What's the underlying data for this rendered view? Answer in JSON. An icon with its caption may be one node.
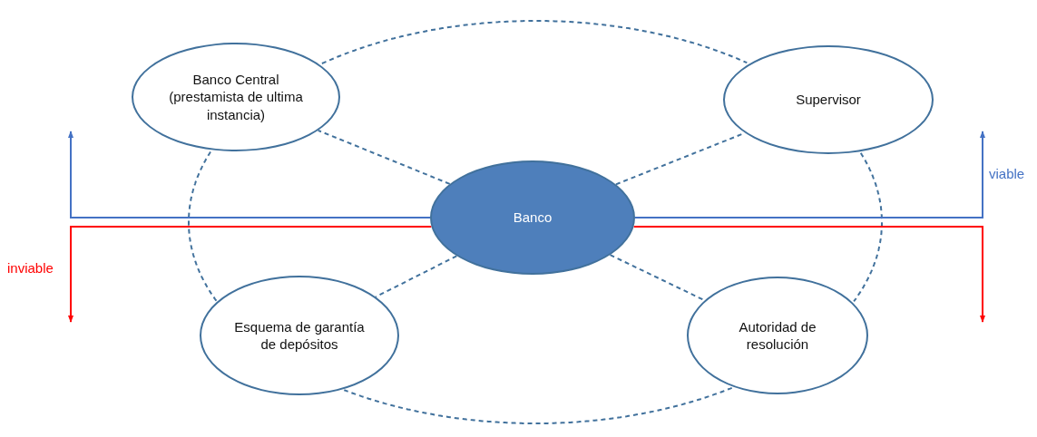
{
  "diagram": {
    "nodes": [
      {
        "text": [
          "Banco Central (prestamista de ultima instancia)"
        ]
      },
      {
        "text": [
          "Supervisor"
        ]
      },
      {
        "text": [
          "Banco"
        ]
      },
      {
        "text": [
          "Esquema de garantía de depósitos"
        ]
      },
      {
        "text": [
          "Autoridad de resolución"
        ]
      }
    ],
    "edges": [
      {
        "from": 0,
        "to": 1,
        "arrow": "none",
        "style": "dashed"
      },
      {
        "from": 1,
        "to": 4,
        "arrow": "none",
        "style": "dashed"
      },
      {
        "from": 4,
        "to": 3,
        "arrow": "none",
        "style": "dashed"
      },
      {
        "from": 3,
        "to": 0,
        "arrow": "none",
        "style": "dashed"
      },
      {
        "from": 2,
        "to": 0,
        "arrow": "none",
        "style": "dashed"
      },
      {
        "from": 2,
        "to": 1,
        "arrow": "none",
        "style": "dashed"
      },
      {
        "from": 2,
        "to": 3,
        "arrow": "none",
        "style": "dashed"
      },
      {
        "from": 2,
        "to": 4,
        "arrow": "none",
        "style": "dashed"
      },
      {
        "from": 2,
        "to": null,
        "arrow": "to",
        "color": "#4472c4"
      },
      {
        "from": 2,
        "to": null,
        "arrow": "to",
        "color": "#4472c4",
        "label": "viable"
      },
      {
        "from": 2,
        "to": null,
        "arrow": "to",
        "color": "#ff0000",
        "label": "inviable"
      },
      {
        "from": 2,
        "to": null,
        "arrow": "to",
        "color": "#ff0000"
      }
    ]
  }
}
